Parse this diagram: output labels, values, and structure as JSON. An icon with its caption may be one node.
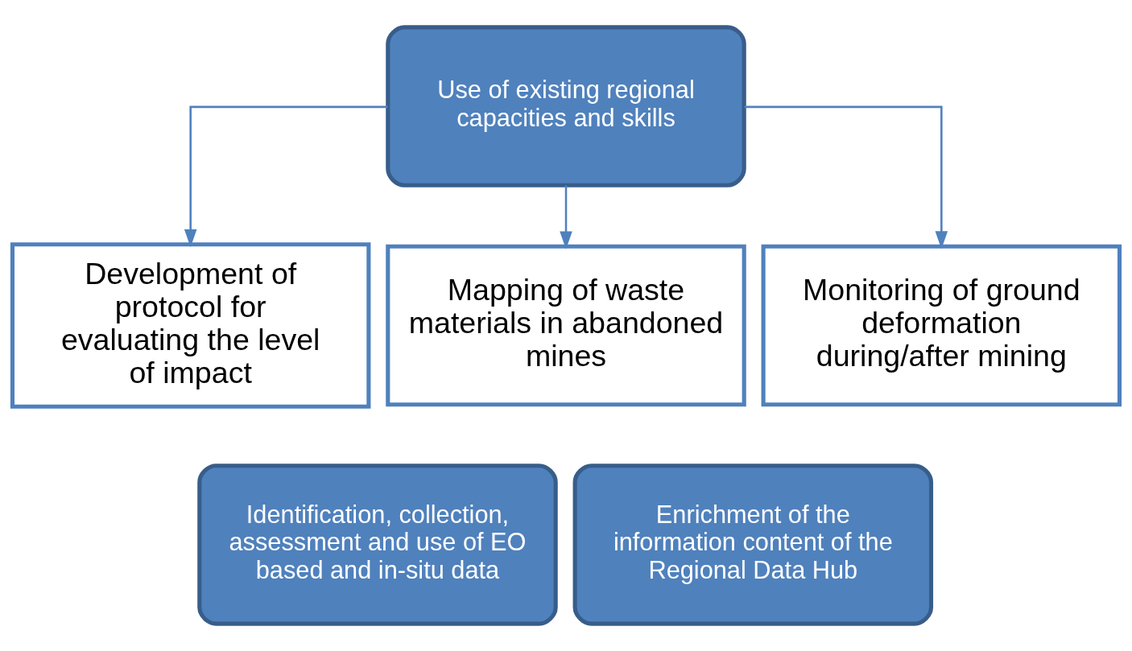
{
  "diagram": {
    "nodes": [
      {
        "text": [
          "Use of existing regional capacities and skills"
        ]
      },
      {
        "text": [
          "Development of protocol for evaluating the level of impact"
        ]
      },
      {
        "text": [
          "Mapping of waste materials in abandoned mines"
        ]
      },
      {
        "text": [
          "Monitoring of ground deformation during/after mining"
        ]
      },
      {
        "text": [
          "Identification, collection, assessment and use of EO based and in-situ data"
        ]
      },
      {
        "text": [
          "Enrichment of the information content of the Regional Data Hub"
        ]
      }
    ],
    "edges": [
      {
        "from": 0,
        "to": 1,
        "arrow": "to"
      },
      {
        "from": 0,
        "to": 2,
        "arrow": "to"
      },
      {
        "from": 0,
        "to": 3,
        "arrow": "to"
      }
    ]
  }
}
